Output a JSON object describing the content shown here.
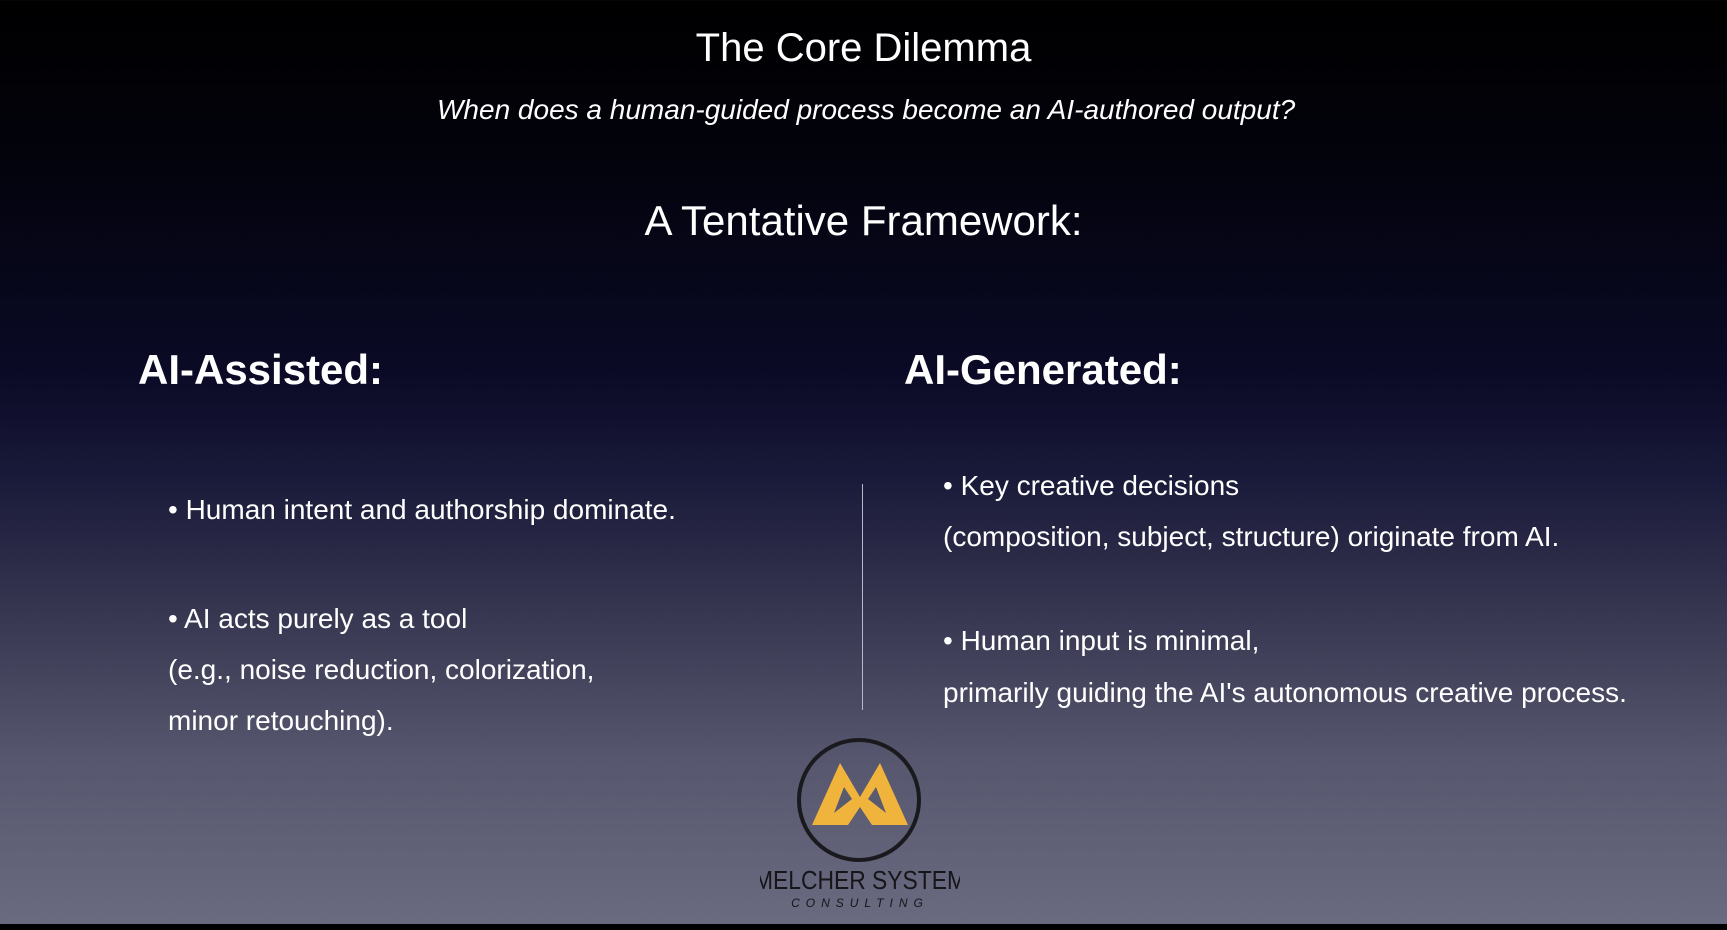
{
  "slide": {
    "title": "The Core Dilemma",
    "subtitle": "When does a human-guided process become an AI-authored output?",
    "framework_heading": "A Tentative Framework:"
  },
  "columns": [
    {
      "heading": "AI-Assisted:",
      "lines": [
        "• Human intent and authorship dominate.",
        "• AI acts purely as a tool",
        "(e.g., noise reduction, colorization,",
        "minor retouching)."
      ]
    },
    {
      "heading": "AI-Generated:",
      "lines": [
        "• Key creative decisions",
        "(composition, subject, structure) originate from AI.",
        "• Human input is minimal,",
        "primarily guiding the AI's autonomous creative process."
      ]
    }
  ],
  "logo": {
    "name": "MELCHER SYSTEM",
    "tagline": "CONSULTING",
    "accent_color": "#f0b43c"
  }
}
